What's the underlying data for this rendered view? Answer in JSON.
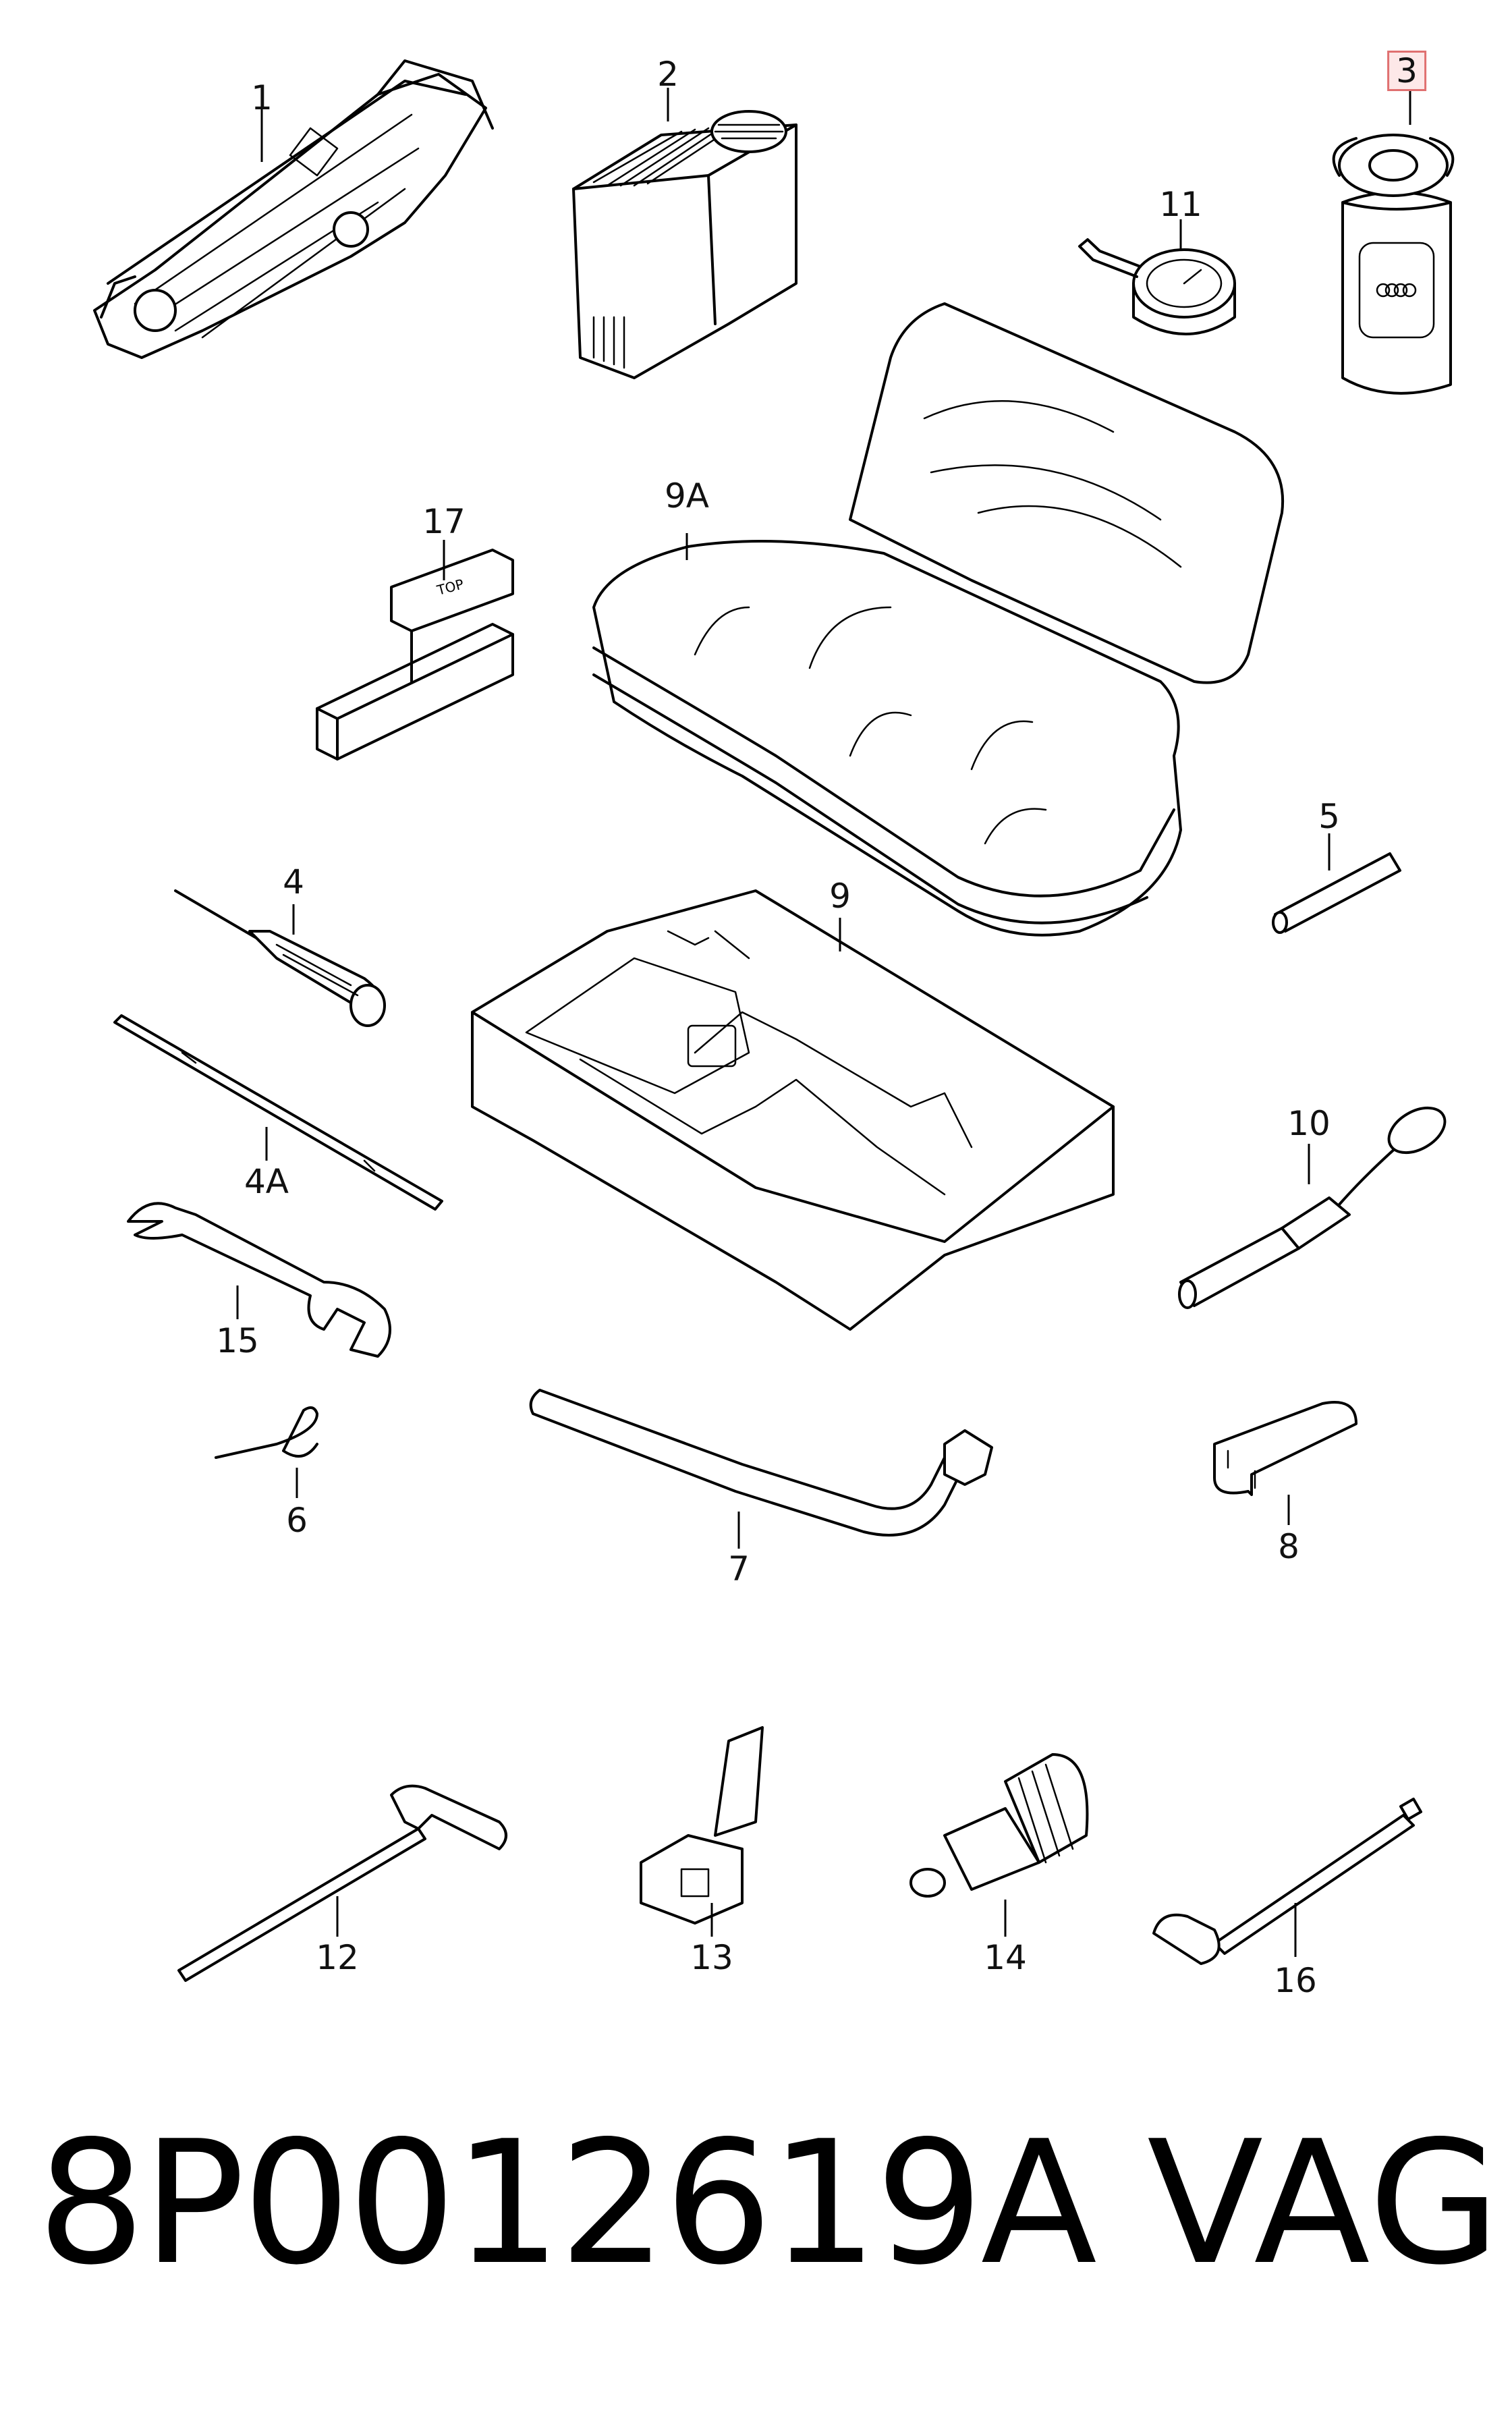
{
  "diagram": {
    "parts": [
      {
        "id": "1",
        "label": "1"
      },
      {
        "id": "2",
        "label": "2"
      },
      {
        "id": "3",
        "label": "3",
        "highlighted": true
      },
      {
        "id": "11",
        "label": "11"
      },
      {
        "id": "17",
        "label": "17"
      },
      {
        "id": "9A",
        "label": "9A"
      },
      {
        "id": "5",
        "label": "5"
      },
      {
        "id": "4",
        "label": "4"
      },
      {
        "id": "9",
        "label": "9"
      },
      {
        "id": "4A",
        "label": "4A"
      },
      {
        "id": "10",
        "label": "10"
      },
      {
        "id": "15",
        "label": "15"
      },
      {
        "id": "6",
        "label": "6"
      },
      {
        "id": "7",
        "label": "7"
      },
      {
        "id": "8",
        "label": "8"
      },
      {
        "id": "12",
        "label": "12"
      },
      {
        "id": "13",
        "label": "13"
      },
      {
        "id": "14",
        "label": "14"
      },
      {
        "id": "16",
        "label": "16"
      }
    ],
    "brand_logo": "four-rings-logo",
    "highlight_color": "#e07070"
  },
  "footer": {
    "part_number": "8P0012619A",
    "brand": "VAG"
  }
}
